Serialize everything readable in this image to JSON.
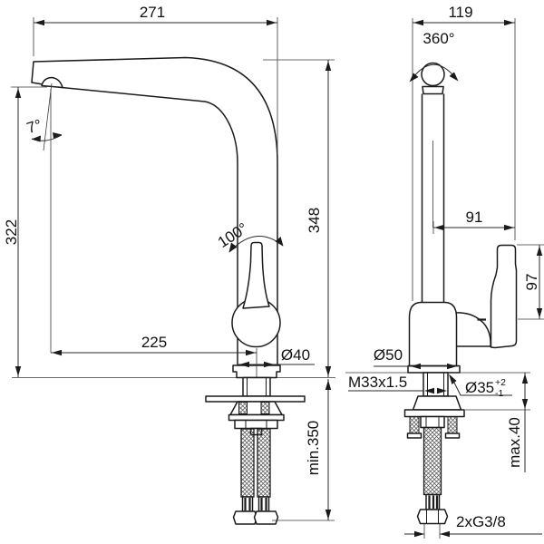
{
  "side_view": {
    "spout_projection": "271",
    "outlet_height": "322",
    "total_height": "348",
    "outlet_reach": "225",
    "spout_angle": "7°",
    "handle_angle": "100°",
    "column_diameter": "Ø40",
    "min_clearance_below": "min.350"
  },
  "front_view": {
    "overall_depth": "119",
    "swivel_range": "360°",
    "handle_reach": "91",
    "handle_length": "97",
    "base_diameter": "Ø50",
    "shank_thread": "M33x1.5",
    "hole_diameter": "Ø35",
    "hole_tolerance_upper": "+2",
    "hole_tolerance_lower": "-1",
    "max_deck_thickness": "max.40",
    "supply_connection": "2xG3/8"
  },
  "style": {
    "line_color": "#1b1b1b",
    "background": "#ffffff"
  }
}
